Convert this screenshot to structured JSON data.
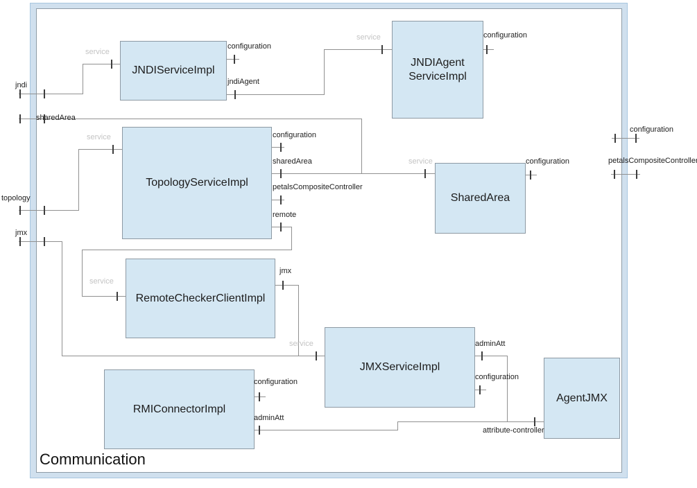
{
  "composite": {
    "title": "Communication"
  },
  "boundary_ports": {
    "left": [
      {
        "label": "jndi"
      },
      {
        "label": "sharedArea"
      },
      {
        "label": "topology"
      },
      {
        "label": "jmx"
      }
    ],
    "right": [
      {
        "label": "configuration"
      },
      {
        "label": "petalsCompositeController"
      }
    ]
  },
  "components": [
    {
      "name": "JNDIServiceImpl",
      "ports": [
        {
          "label": "service"
        },
        {
          "label": "configuration"
        },
        {
          "label": "jndiAgent"
        }
      ]
    },
    {
      "name": "JNDIAgentServiceImpl",
      "name_lines": [
        "JNDIAgent",
        "ServiceImpl"
      ],
      "ports": [
        {
          "label": "service"
        },
        {
          "label": "configuration"
        }
      ]
    },
    {
      "name": "TopologyServiceImpl",
      "ports": [
        {
          "label": "service"
        },
        {
          "label": "configuration"
        },
        {
          "label": "sharedArea"
        },
        {
          "label": "petalsCompositeController"
        },
        {
          "label": "remote"
        }
      ]
    },
    {
      "name": "SharedArea",
      "ports": [
        {
          "label": "service"
        },
        {
          "label": "configuration"
        }
      ]
    },
    {
      "name": "RemoteCheckerClientImpl",
      "ports": [
        {
          "label": "service"
        },
        {
          "label": "jmx"
        }
      ]
    },
    {
      "name": "JMXServiceImpl",
      "ports": [
        {
          "label": "service"
        },
        {
          "label": "adminAtt"
        },
        {
          "label": "configuration"
        }
      ]
    },
    {
      "name": "RMIConnectorImpl",
      "ports": [
        {
          "label": "configuration"
        },
        {
          "label": "adminAtt"
        }
      ]
    },
    {
      "name": "AgentJMX",
      "ports": [
        {
          "label": "attribute-controller"
        }
      ]
    }
  ],
  "colors": {
    "wire": "#909090",
    "tick": "#3d3d3d",
    "box-fill": "#d4e7f3",
    "box-stroke": "#8d99a3",
    "frame-band": "#d0e0ee",
    "frame-outer": "#a7c6e0",
    "frame-inner": "#8e9ba6",
    "muted-label": "#c4c4c4"
  }
}
